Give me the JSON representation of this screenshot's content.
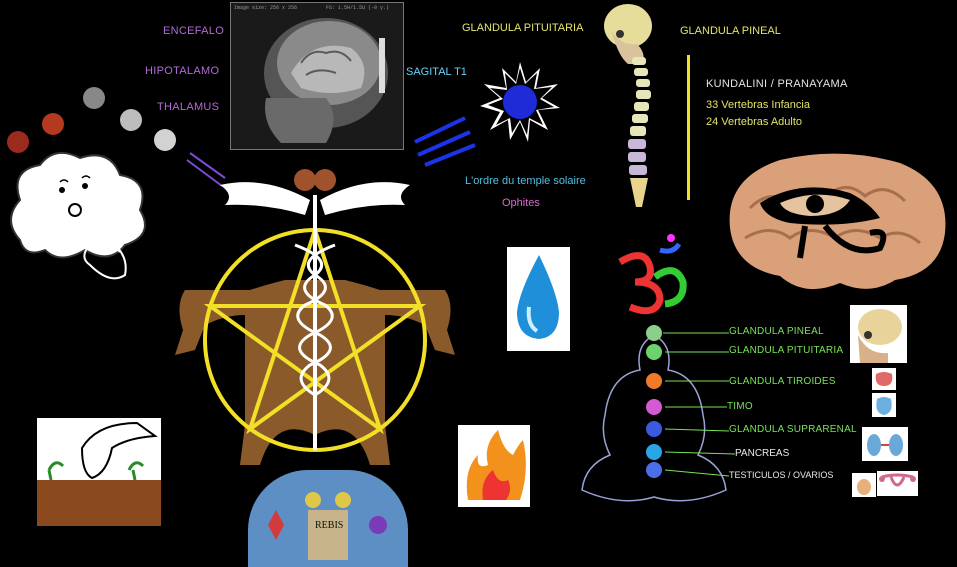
{
  "brain_labels": {
    "encefalo": "ENCEFALO",
    "hipotalamo": "HIPOTALAMO",
    "thalamus": "THALAMUS",
    "sagital": "SAGITAL T1"
  },
  "mri_header": {
    "left": "Image size: 256 x 256",
    "right": "FS: 1.5H/1.5U (-0 y.)"
  },
  "pituitaria_title": "GLANDULA PITUITARIA",
  "pineal_title": "GLANDULA PINEAL",
  "kundalini": {
    "title": "KUNDALINI / PRANAYAMA",
    "line1": "33 Vertebras Infancia",
    "line2": "24 Vertebras Adulto"
  },
  "temple": {
    "line1": "L'ordre du temple solaire",
    "line2": "Ophites"
  },
  "panel_text": "REBIS",
  "chakra_glands": [
    "GLANDULA PINEAL",
    "GLANDULA PITUITARIA",
    "GLANDULA TIROIDES",
    "TIMO",
    "GLANDULA SUPRARENAL",
    "PANCREAS",
    "TESTICULOS / OVARIOS"
  ],
  "colors": {
    "pentagram": "#f2e027",
    "pituitaria_label": "#e3e36a",
    "brain_labels": "#b36bd9",
    "chakra_labels": "#78e25a",
    "sun_core": "#1f2bd6"
  }
}
